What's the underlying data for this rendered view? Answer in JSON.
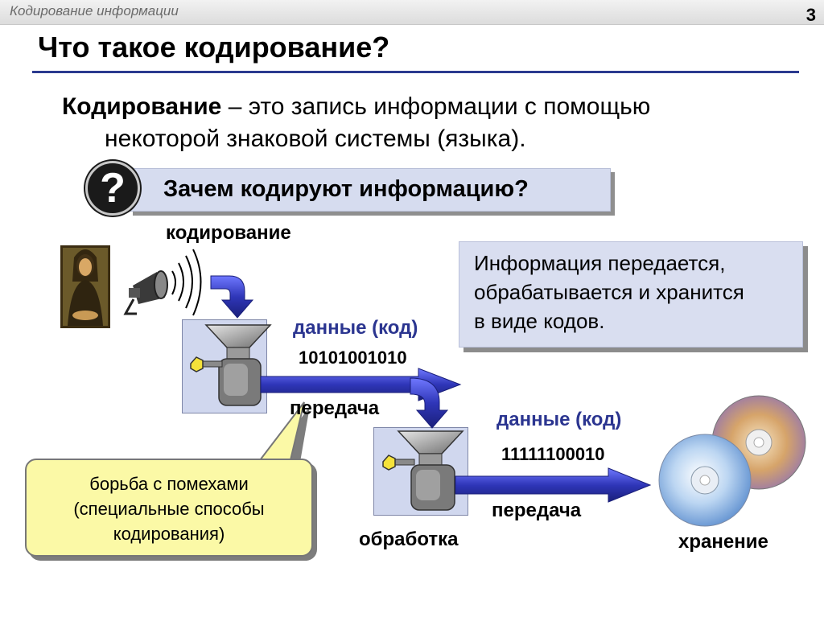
{
  "header": {
    "course_title": "Кодирование информации",
    "slide_number": "3"
  },
  "title": "Что такое кодирование?",
  "definition": {
    "term": "Кодирование",
    "text_line1": " – это запись информации с помощью",
    "text_line2": "некоторой знаковой системы (языка)."
  },
  "question": {
    "icon_glyph": "?",
    "text": "Зачем кодируют информацию?"
  },
  "diagram": {
    "encoding_label": "кодирование",
    "data_label_1": "данные (код)",
    "code_1": "10101001010",
    "transfer_label_1": "передача",
    "data_label_2": "данные (код)",
    "code_2": "11111100010",
    "transfer_label_2": "передача",
    "processing_label": "обработка",
    "storage_label": "хранение"
  },
  "info_box": {
    "line1": "Информация передается,",
    "line2": "обрабатывается и хранится",
    "line3": "в виде кодов."
  },
  "callout": {
    "line1": "борьба с помехами",
    "line2": "(специальные способы",
    "line3": "кодирования)"
  },
  "colors": {
    "accent_blue": "#2b3590",
    "arrow_blue": "#2f36b8",
    "panel": "#d0d7ee",
    "callout_yellow": "#fbf9a6"
  }
}
